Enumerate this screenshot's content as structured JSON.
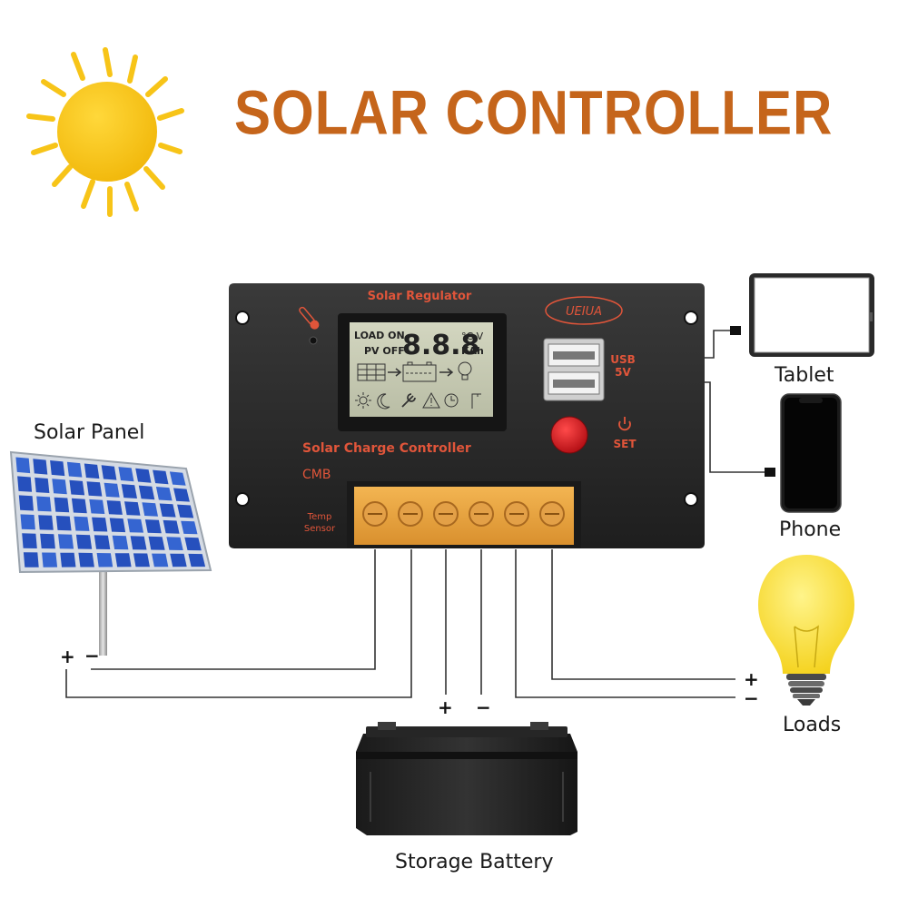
{
  "title": "SOLAR CONTROLLER",
  "controller": {
    "top_label": "Solar Regulator",
    "brand_badge": "UEIUA",
    "main_label": "Solar Charge Controller",
    "model": "CMB",
    "temp_label_1": "Temp",
    "temp_label_2": "Sensor",
    "usb_label_1": "USB",
    "usb_label_2": "5V",
    "set_label": "SET",
    "lcd": {
      "load_on": "LOAD ON",
      "pv_off": "PV OFF",
      "digits": "8.8.8",
      "unit_cv": "°C V",
      "unit_kah": "KAh"
    }
  },
  "components": {
    "solar_panel": "Solar Panel",
    "tablet": "Tablet",
    "phone": "Phone",
    "loads": "Loads",
    "battery": "Storage Battery"
  },
  "polarity": {
    "plus": "+",
    "minus": "−"
  },
  "colors": {
    "title": "#c5651b",
    "controller_body": "#2c2c2c",
    "controller_text": "#e0553a",
    "lcd": "#c9cdb4",
    "terminal": "#e8a640",
    "button": "#d2141b",
    "sun": "#f7c418",
    "panel_cell": "#2b57c4",
    "bulb": "#fbe53c"
  },
  "icons": [
    "sun-icon",
    "solar-panel-icon",
    "tablet-icon",
    "phone-icon",
    "light-bulb-icon",
    "battery-icon",
    "thermometer-icon",
    "power-icon"
  ]
}
